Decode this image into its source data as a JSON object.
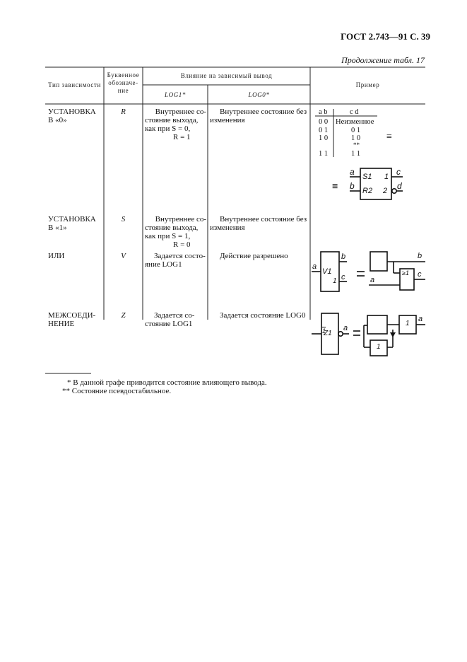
{
  "page": {
    "header": "ГОСТ 2.743—91 С. 39",
    "continuation": "Продолжение табл. 17"
  },
  "table": {
    "headers": {
      "type": "Тип зависимости",
      "letter_1": "Буквенное",
      "letter_2": "обозначе-",
      "letter_3": "ние",
      "influence": "Влияние на зависимый вывод",
      "log1": "LOG1*",
      "log0": "LOG0*",
      "example": "Пример"
    },
    "rows": [
      {
        "type_1": "УСТАНОВКА",
        "type_2": "В «0»",
        "letter": "R",
        "log1_1": "Внутреннее со-",
        "log1_2": "стояние   выхода,",
        "log1_3": "как при  S = 0,",
        "log1_4": "R = 1",
        "log0_1": "Внутреннее состояние без",
        "log0_2": "изменения",
        "truth": {
          "head_ab": "a b",
          "head_cd": "c d",
          "r1_ab": "0 0",
          "r1_cd": "Неизменное",
          "r2_ab": "0 1",
          "r2_cd": "0 1",
          "r3_ab": "1 0",
          "r3_cd": "1 0",
          "r3_note": "**",
          "r4_ab": "1 1",
          "r4_cd": "1 1",
          "equiv": "≡"
        },
        "symbol": {
          "equiv": "≡",
          "in_a": "a",
          "in_b": "b",
          "out_c": "c",
          "out_d": "d",
          "s1": "S1",
          "r2": "R2",
          "n1": "1",
          "n2": "2"
        }
      },
      {
        "type_1": "УСТАНОВКА",
        "type_2": "В «1»",
        "letter": "S",
        "log1_1": "Внутреннее со-",
        "log1_2": "стояние   выхода,",
        "log1_3": "как при  S = 1,",
        "log1_4": "R = 0",
        "log0_1": "Внутреннее состояние без",
        "log0_2": "изменения"
      },
      {
        "type_1": "ИЛИ",
        "letter": "V",
        "log1_1": "Задается состо-",
        "log1_2": "яние LOG1",
        "log0_1": "Действие разрешено",
        "symbol": {
          "in_a": "a",
          "out_b": "b",
          "out_c": "c",
          "v1": "V1",
          "n1": "1",
          "eq": "=",
          "or": "≥1",
          "eq_b": "b",
          "eq_a": "a",
          "eq_c": "c"
        }
      },
      {
        "type_1": "МЕЖСОЕДИ-",
        "type_2": "НЕНИЕ",
        "letter": "Z",
        "log1_1": "Задается   со-",
        "log1_2": "стояние LOG1",
        "log0_1": "Задается состояние LOG0",
        "symbol": {
          "z1": "Z1",
          "n1": "1",
          "out_a": "a",
          "eq": "=",
          "b1": "1",
          "b2": "1",
          "out_a2": "a"
        }
      }
    ]
  },
  "footnotes": {
    "f1": "* В данной графе приводится состояние влияющего вывода.",
    "f2": "** Состояние псевдостабильное."
  }
}
